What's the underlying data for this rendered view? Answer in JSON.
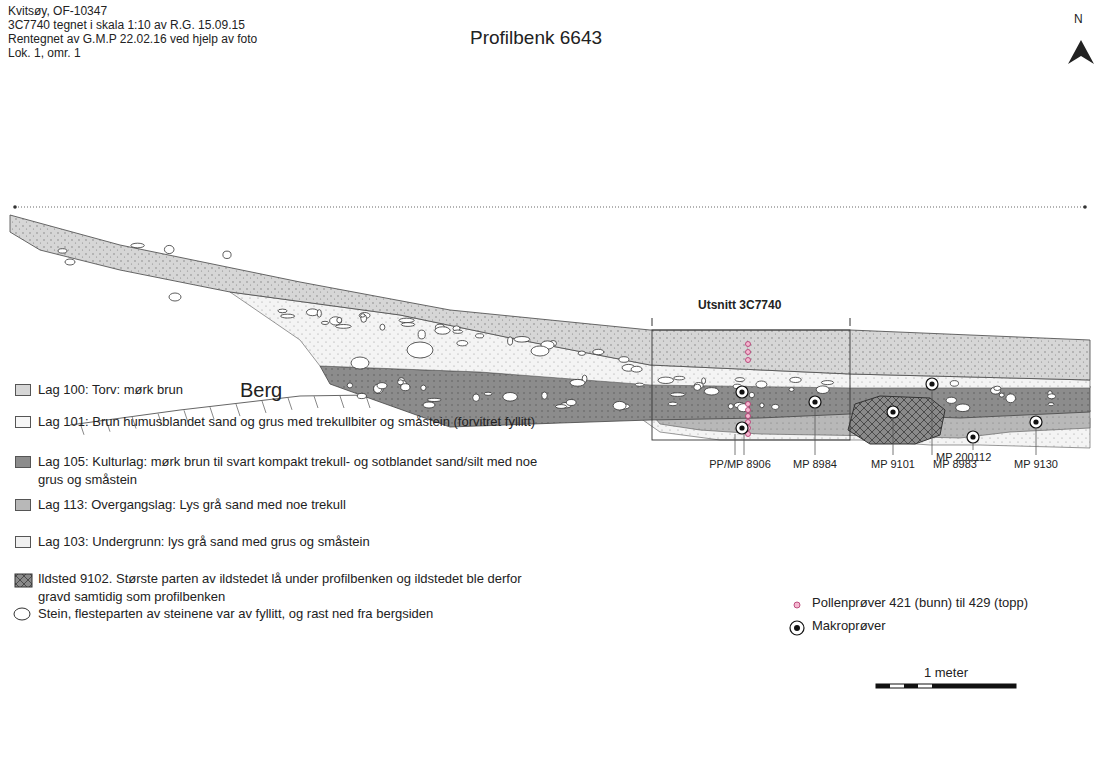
{
  "diagram": {
    "title": "Profilbenk 6643",
    "labels": [
      "Kvitsøy, OF-10347",
      "3C7740 tegnet i skala 1:10 av R.G. 15.09.15",
      "Rentegnet av G.M.P 22.02.16 ved hjelp av foto",
      "Lok. 1, omr. 1",
      "N",
      "Utsnitt 3C7740",
      "Berg",
      "PP/MP 8906",
      "MP 8984",
      "MP 9101",
      "MP 8983",
      "MP 200112",
      "MP 9130",
      "1 meter"
    ],
    "legend": [
      {
        "text": "Lag 100: Torv: mørk brun",
        "color": "#d6d6d6"
      },
      {
        "text": "Lag 101: Brun humusblandet sand og grus med trekullbiter og småstein (forvitret fyllitt)",
        "color": "#f6f6f6"
      },
      {
        "text": "Lag 105: Kulturlag: mørk brun til svart kompakt trekull- og sotblandet sand/silt med noe grus og småstein",
        "color": "#8c8c8c"
      },
      {
        "text": "Lag 113: Overgangslag: Lys grå sand med noe trekull",
        "color": "#b8b8b8"
      },
      {
        "text": "Lag 103: Undergrunn: lys grå sand med grus og småstein",
        "color": "#f0f0f0"
      },
      {
        "text": "Ildsted 9102. Største parten av ildstedet lå under profilbenken og ildstedet ble derfor gravd samtidig som profilbenken"
      },
      {
        "text": "Stein, flesteparten av steinene var av fyllitt, og rast ned fra bergsiden"
      },
      {
        "text": "Pollenprøver 421 (bunn) til 429 (topp)"
      },
      {
        "text": "Makroprøver"
      }
    ]
  }
}
